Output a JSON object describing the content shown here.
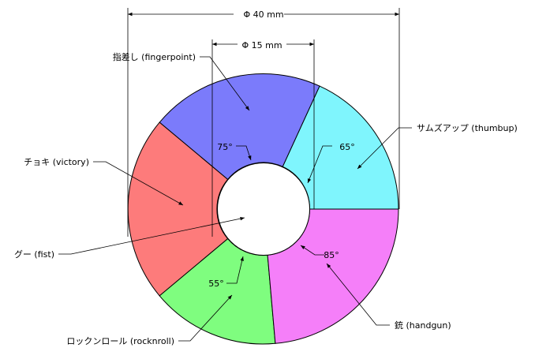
{
  "dimensions": {
    "outer": "Φ 40 mm",
    "inner": "Φ 15 mm"
  },
  "segments": [
    {
      "id": "thumbup",
      "label": "サムズアップ (thumbup)",
      "color": "#7ff5fd"
    },
    {
      "id": "fingerpoint",
      "label": "指差し (fingerpoint)",
      "color": "#7b7bfb"
    },
    {
      "id": "victory",
      "label": "チョキ (victory)",
      "color": "#fd7b7b"
    },
    {
      "id": "fist",
      "label": "グー (fist)",
      "color": "#ffffff"
    },
    {
      "id": "rocknroll",
      "label": "ロックンロール (rocknroll)",
      "color": "#7ffd7f"
    },
    {
      "id": "handgun",
      "label": "銃 (handgun)",
      "color": "#f57ff9"
    }
  ],
  "angles": {
    "a75": "75°",
    "a65": "65°",
    "a55": "55°",
    "a85": "85°"
  }
}
